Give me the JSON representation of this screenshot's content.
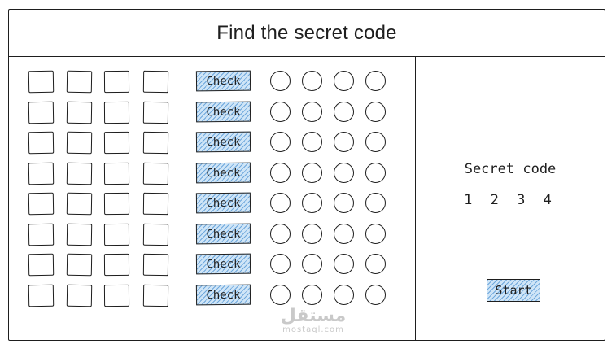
{
  "header": {
    "title": "Find the secret code"
  },
  "board": {
    "check_label": "Check",
    "row_count": 8,
    "guess_slots_per_row": 4,
    "feedback_pegs_per_row": 4
  },
  "side_panel": {
    "secret_label": "Secret code",
    "secret_value": "1 2 3 4",
    "start_label": "Start"
  },
  "watermark": {
    "main": "مستقل",
    "sub": "mostaql.com"
  },
  "colors": {
    "stroke": "#1e1e1e",
    "button_fill": "#cfe5f7",
    "button_hatch": "#6fa8dc",
    "watermark": "#c9c9c9"
  }
}
